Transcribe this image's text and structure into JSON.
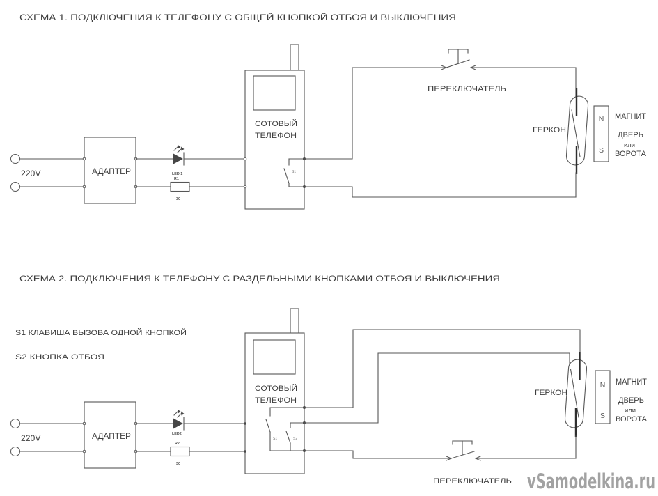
{
  "colors": {
    "line": "#565656",
    "text": "#3e3e3e",
    "thick_stub": "#2e2e2e",
    "watermark": "#a2a2a2"
  },
  "scheme1": {
    "title": "СХЕМА 1. ПОДКЛЮЧЕНИЯ К ТЕЛЕФОНУ С ОБЩЕЙ КНОПКОЙ ОТБОЯ И ВЫКЛЮЧЕНИЯ",
    "voltage": "220V",
    "adapter": "АДАПТЕР",
    "led": "LED 1",
    "resistor": "R1",
    "resistor_value": "30",
    "phone_line1": "СОТОВЫЙ",
    "phone_line2": "ТЕЛЕФОН",
    "phone_switch": "S1",
    "toggle": "ПЕРЕКЛЮЧАТЕЛЬ",
    "reed": "ГЕРКОН",
    "magnet_n": "N",
    "magnet_s": "S",
    "magnet": "МАГНИТ",
    "door1": "ДВЕРЬ",
    "door2": "или",
    "door3": "ВОРОТА"
  },
  "scheme2": {
    "title": "СХЕМА 2. ПОДКЛЮЧЕНИЯ К ТЕЛЕФОНУ С РАЗДЕЛЬНЫМИ КНОПКАМИ ОТБОЯ И ВЫКЛЮЧЕНИЯ",
    "note_s1": "S1 КЛАВИША ВЫЗОВА ОДНОЙ КНОПКОЙ",
    "note_s2": "S2 КНОПКА ОТБОЯ",
    "voltage": "220V",
    "adapter": "АДАПТЕР",
    "led": "LED2",
    "resistor": "R2",
    "resistor_value": "30",
    "phone_line1": "СОТОВЫЙ",
    "phone_line2": "ТЕЛЕФОН",
    "switch_s1": "S1",
    "switch_s2": "S2",
    "toggle": "ПЕРЕКЛЮЧАТЕЛЬ",
    "reed": "ГЕРКОН",
    "magnet_n": "N",
    "magnet_s": "S",
    "magnet": "МАГНИТ",
    "door1": "ДВЕРЬ",
    "door2": "или",
    "door3": "ВОРОТА"
  },
  "watermark": "vSamodelkina.ru"
}
